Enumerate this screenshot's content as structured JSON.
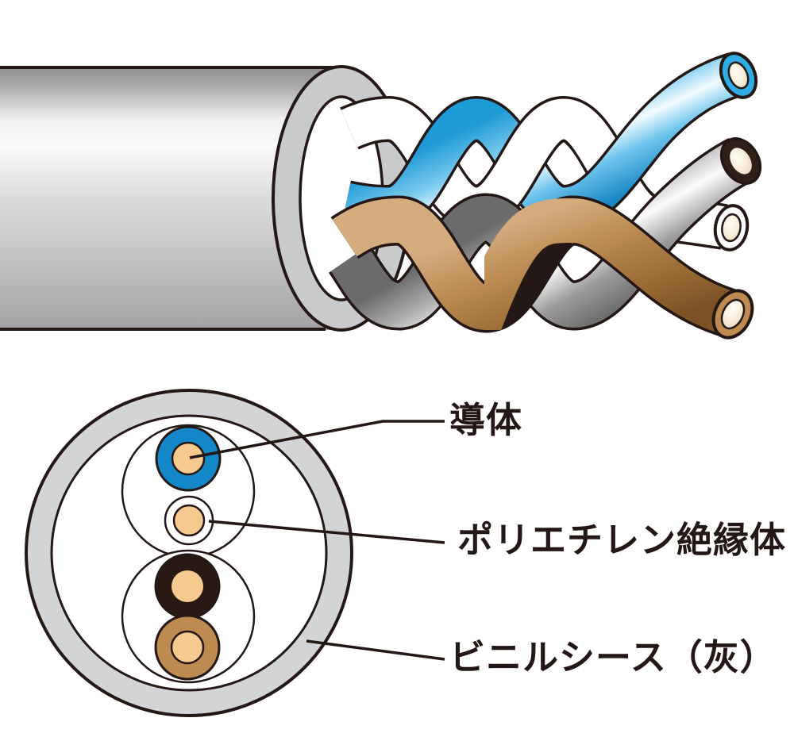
{
  "figure": {
    "type": "twisted-pair-cable-structure-diagram",
    "labels": {
      "conductor": "導体",
      "insulation": "ポリエチレン絶縁体",
      "sheath": "ビニルシース（灰）"
    },
    "colors": {
      "outline": "#231815",
      "background": "#FFFFFF"
    },
    "view3d": {
      "wire_pairs": [
        [
          "blue",
          "white"
        ],
        [
          "black",
          "brown"
        ]
      ],
      "tip_colors": {
        "blue": "#2FACE4",
        "black": "#2E1F18",
        "white": "#FFFFFF",
        "brown": "#BE8A50"
      }
    },
    "cross_section": {
      "sheath_color": "#D3D4D5",
      "sheath_cut_color": "#C9CACC",
      "conductor_color": "#F6CA8E",
      "wires": [
        {
          "name": "blue-wire",
          "ring_color": "#1487C9"
        },
        {
          "name": "white-wire",
          "ring_color": "#FFFFFF"
        },
        {
          "name": "black-wire",
          "ring_color": "#281A13"
        },
        {
          "name": "brown-wire",
          "ring_color": "#BE8A50"
        }
      ]
    }
  }
}
